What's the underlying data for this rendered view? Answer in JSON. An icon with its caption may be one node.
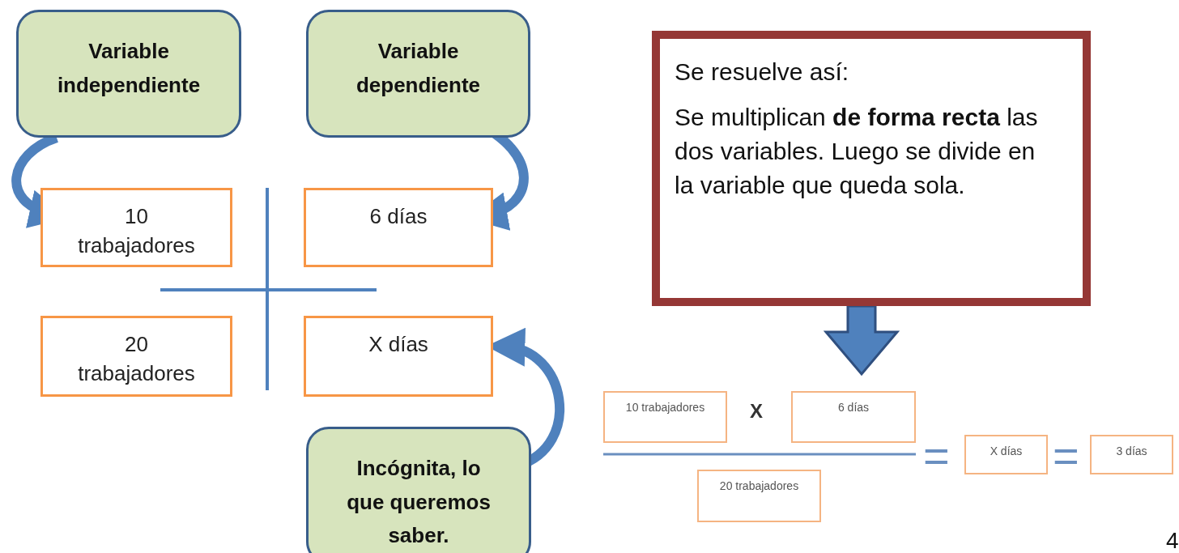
{
  "diagram": {
    "nodes": [
      {
        "text": [
          "Variable independiente"
        ]
      },
      {
        "text": [
          "Variable dependiente"
        ]
      },
      {
        "text": [
          "10 trabajadores"
        ]
      },
      {
        "text": [
          "6 días"
        ]
      },
      {
        "text": [
          "20 trabajadores"
        ]
      },
      {
        "text": [
          "X días"
        ]
      },
      {
        "text": [
          "Incógnita, lo que queremos saber."
        ]
      },
      {
        "text": [
          "Se resuelve así:",
          "Se multiplican **de forma recta** las dos variables. Luego se divide en la variable que queda sola."
        ]
      },
      {
        "text": [
          "10 trabajadores"
        ]
      },
      {
        "text": [
          "6 días"
        ]
      },
      {
        "text": [
          "20 trabajadores"
        ]
      },
      {
        "text": [
          "X días"
        ]
      },
      {
        "text": [
          "3 días"
        ]
      }
    ],
    "edges": [
      {
        "from": 0,
        "to": 2,
        "arrow": "to"
      },
      {
        "from": 1,
        "to": 3,
        "arrow": "to"
      },
      {
        "from": 6,
        "to": 5,
        "arrow": "to"
      },
      {
        "from": 7,
        "to": null,
        "arrow": "to",
        "style": "thick"
      }
    ],
    "labels": [
      "X",
      "=",
      "=",
      "4"
    ]
  }
}
